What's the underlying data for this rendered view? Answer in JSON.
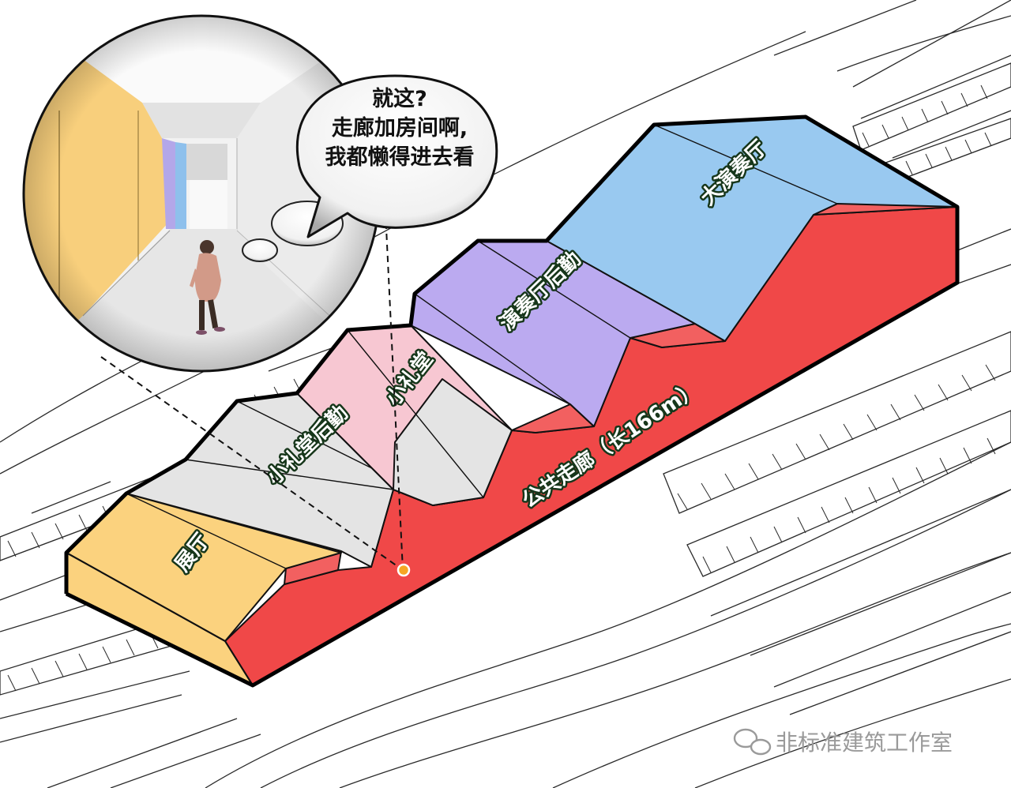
{
  "zones": {
    "exhibition_hall": "展厅",
    "small_hall_backstage": "小礼堂后勤",
    "small_hall": "小礼堂",
    "concert_backstage": "演奏厅后勤",
    "grand_concert_hall": "大演奏厅",
    "public_corridor": "公共走廊（长166m）"
  },
  "bubble": {
    "line1": "就这?",
    "line2": "走廊加房间啊,",
    "line3": "我都懒得进去看"
  },
  "watermark": {
    "text": "非标准建筑工作室"
  },
  "colors": {
    "exhibition": "#fbd27e",
    "backstage": "#e4e4e4",
    "small_hall": "#f7c7d2",
    "concert_backstage": "#bbaaf0",
    "grand_hall": "#99c9f0",
    "corridor": "#f04848",
    "marker": "#f6a623"
  }
}
